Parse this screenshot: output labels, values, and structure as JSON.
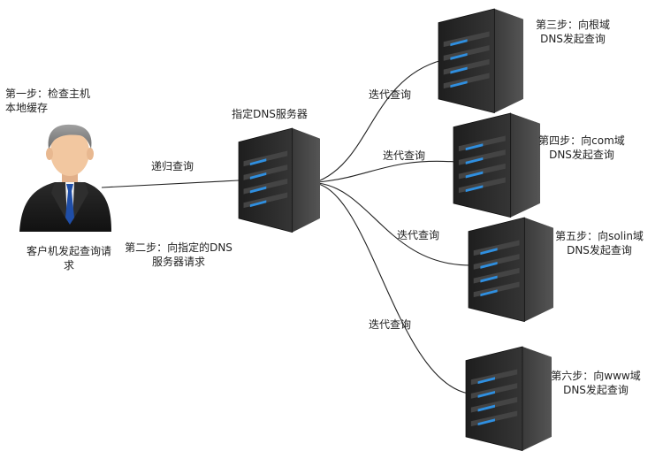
{
  "client": {
    "step1_label": "第一步：检查主机\n本地缓存",
    "caption": "客户机发起查询请\n求"
  },
  "dns_server": {
    "title": "指定DNS服务器",
    "step2_label": "第二步：向指定的DNS\n服务器请求",
    "recursive_label": "递归查询"
  },
  "root_server": {
    "step_label": "第三步：向根域\nDNS发起查询",
    "iter_label": "迭代查询"
  },
  "com_server": {
    "step_label": "第四步：向com域\nDNS发起查询",
    "iter_label": "迭代查询"
  },
  "solin_server": {
    "step_label": "第五步：向solin域\nDNS发起查询",
    "iter_label": "迭代查询"
  },
  "www_server": {
    "step_label": "第六步：向www域\nDNS发起查询",
    "iter_label": "迭代查询"
  },
  "colors": {
    "server_front": "#2b2b2b",
    "server_side": "#4a4a4a",
    "server_top": "#5c5c5c",
    "drive_light": "#2f8fe0",
    "line": "#222222",
    "suit": "#1c1c1c",
    "skin": "#f2c7a0",
    "hair": "#8a8a8a",
    "tie": "#1f4ea8"
  }
}
